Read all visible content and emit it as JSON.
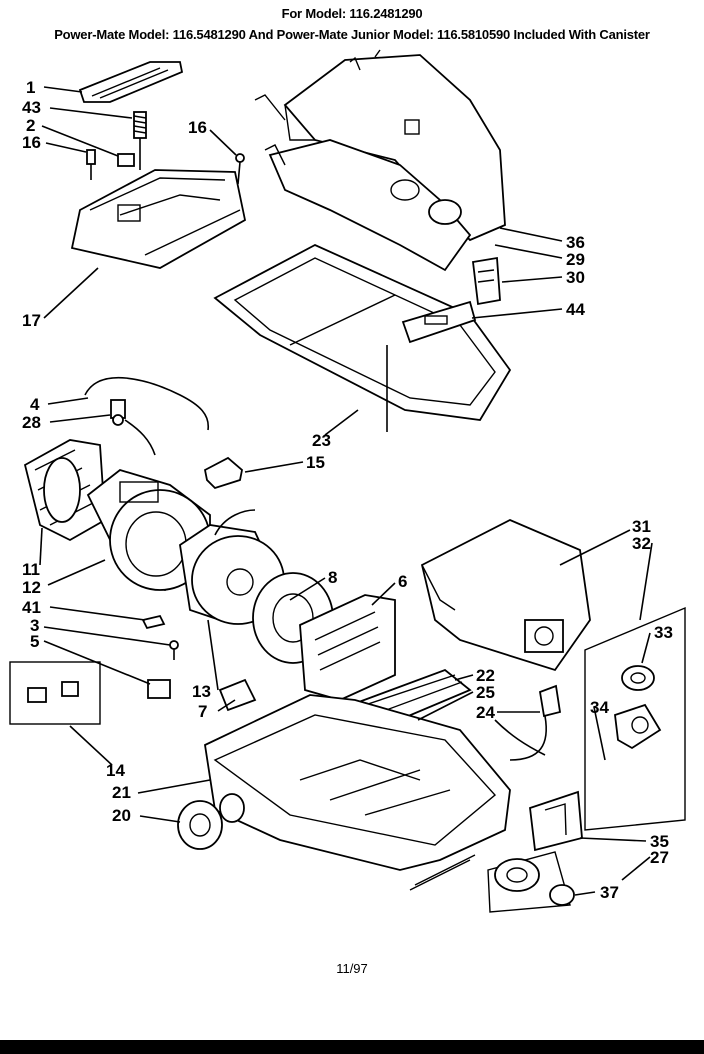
{
  "header": {
    "line1": "For Model: 116.2481290",
    "line2": "Power-Mate Model: 116.5481290  And Power-Mate Junior Model: 116.5810590   Included With Canister"
  },
  "footer": {
    "date": "11/97"
  },
  "callouts": {
    "c1": "1",
    "c43": "43",
    "c2": "2",
    "c16a": "16",
    "c16b": "16",
    "c17": "17",
    "c36": "36",
    "c29": "29",
    "c30": "30",
    "c44": "44",
    "c23": "23",
    "c4": "4",
    "c28": "28",
    "c15": "15",
    "c11": "11",
    "c12": "12",
    "c41": "41",
    "c3": "3",
    "c5": "5",
    "c13": "13",
    "c7": "7",
    "c14": "14",
    "c8": "8",
    "c6": "6",
    "c31": "31",
    "c32": "32",
    "c33": "33",
    "c34": "34",
    "c22": "22",
    "c25": "25",
    "c24": "24",
    "c21": "21",
    "c20": "20",
    "c35": "35",
    "c27": "27",
    "c37": "37"
  }
}
